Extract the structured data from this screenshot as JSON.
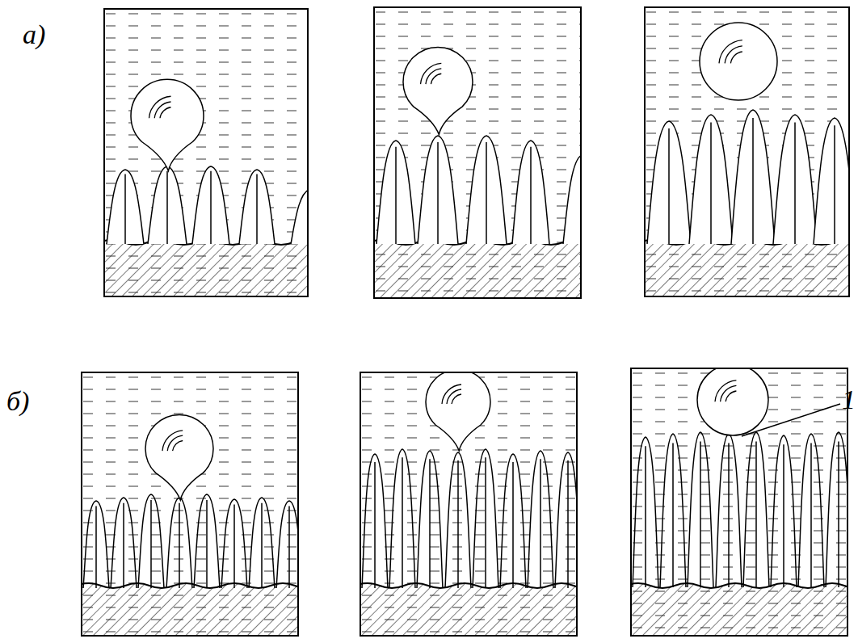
{
  "diagram": {
    "labels": [
      "а)",
      "б)",
      "1"
    ]
  }
}
